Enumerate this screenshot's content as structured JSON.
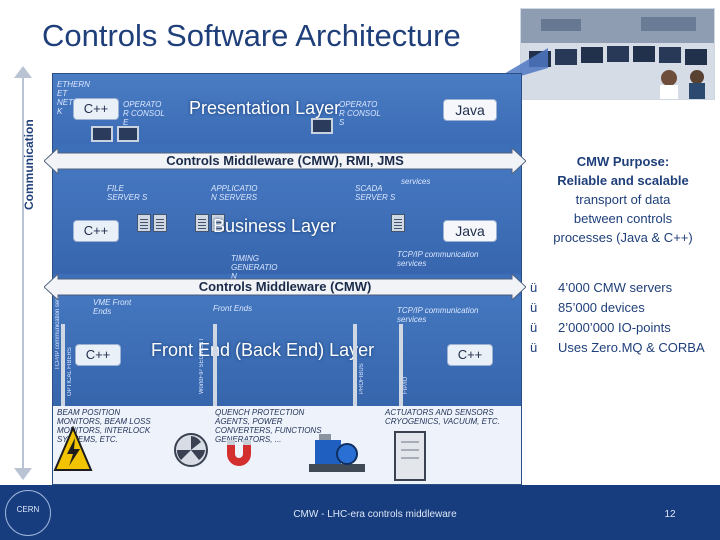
{
  "slide": {
    "title": "Controls Software Architecture",
    "side_label": "Communication",
    "page_number": "12",
    "footer_text": "CMW - LHC-era controls middleware",
    "logo_text": "CERN"
  },
  "diagram": {
    "presentation_layer": "Presentation Layer",
    "business_layer": "Business Layer",
    "front_end_layer": "Front End (Back End) Layer",
    "middleware_top": "Controls Middleware (CMW), RMI, JMS",
    "middleware_bottom": "Controls Middleware (CMW)",
    "java_top": "Java",
    "java_mid": "Java",
    "cpp_top": "C++",
    "cpp_mid": "C++",
    "cpp_front_left": "C++",
    "cpp_front_right": "C++",
    "small_labels": {
      "ethernet": "ETHERN ET NETWOR K",
      "operator_left": "OPERATO R CONSOL E",
      "operator_right": "OPERATO R CONSOL S",
      "services": "services",
      "file_servers": "FILE SERVER S",
      "application_servers": "APPLICATIO N SERVERS",
      "scada_servers": "SCADA SERVER S",
      "timing_generation": "TIMING GENERATIO N",
      "tcpip_top": "TCP/IP communication services",
      "tcpip_bottom": "TCP/IP communication services",
      "front_ends_left": "VME Front Ends",
      "front_ends_right": "Front Ends",
      "optical_fibers": "OPTICAL FIBERS",
      "worldfip_segment": "WorldFIP SEGMENT",
      "profibus": "PROFIBUS",
      "fip_io": "FIP/IO",
      "beam_devices": "BEAM POSITION MONITORS, BEAM LOSS MONITORS, INTERLOCK SYSTEMS, ETC.",
      "quench_devices": "QUENCH PROTECTION AGENTS, POWER CONVERTERS, FUNCTIONS GENERATORS, ...",
      "actuators_devices": "ACTUATORS AND SENSORS CRYOGENICS, VACUUM, ETC."
    }
  },
  "right_panel": {
    "purpose_title": "CMW Purpose:",
    "purpose_line1": "Reliable and scalable",
    "purpose_line2": "transport of data",
    "purpose_line3": "between controls",
    "purpose_line4": "processes (Java & C++)",
    "bullets": [
      "4’000 CMW servers",
      "85’000 devices",
      "2’000’000 IO-points",
      "Uses Zero.MQ & CORBA"
    ],
    "check_glyph": "ü"
  }
}
